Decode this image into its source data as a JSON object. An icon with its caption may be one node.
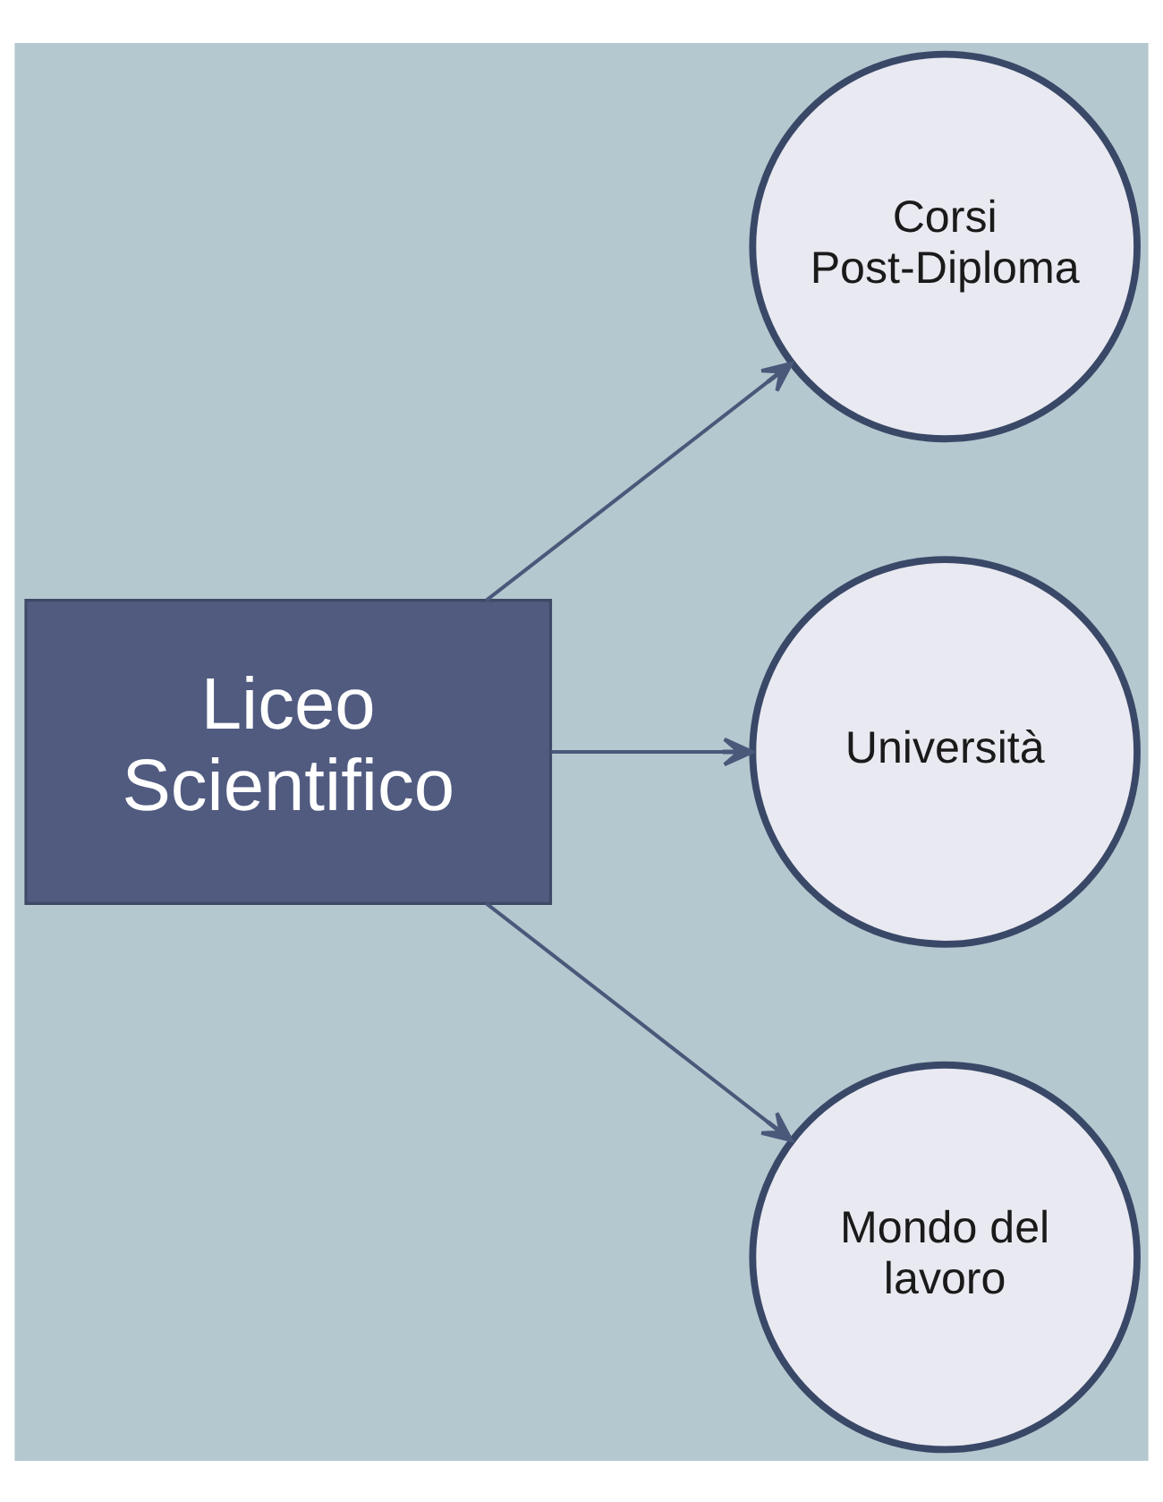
{
  "diagram": {
    "nodes": [
      {
        "text": [
          "Liceo Scientifico"
        ]
      },
      {
        "text": [
          "Corsi Post-Diploma"
        ]
      },
      {
        "text": [
          "Università"
        ]
      },
      {
        "text": [
          "Mondo del lavoro"
        ]
      }
    ],
    "edges": [
      {
        "from": 0,
        "to": 1,
        "arrow": "to"
      },
      {
        "from": 0,
        "to": 2,
        "arrow": "to"
      },
      {
        "from": 0,
        "to": 3,
        "arrow": "to"
      }
    ]
  }
}
